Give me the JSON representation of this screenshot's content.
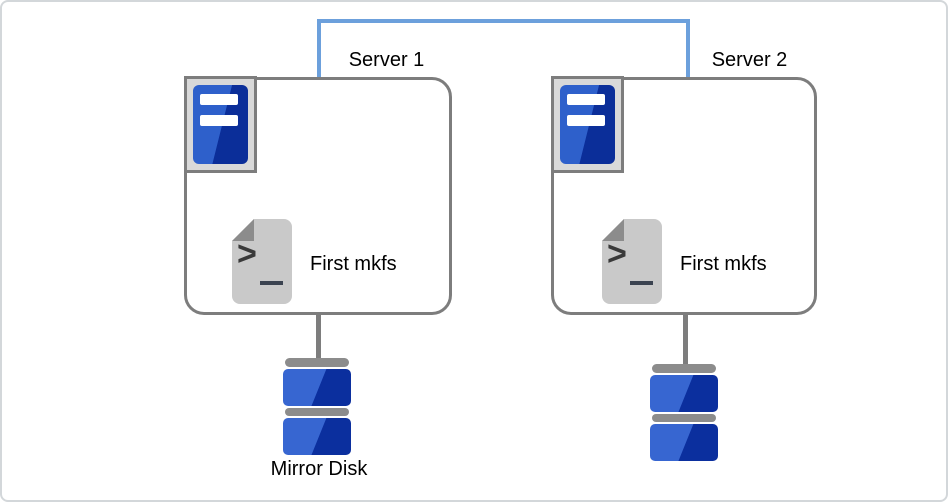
{
  "diagram": {
    "server1": {
      "label": "Server 1",
      "command_label": "First mkfs"
    },
    "server2": {
      "label": "Server 2",
      "command_label": "First mkfs"
    },
    "mirror_disk_label": "Mirror Disk",
    "icons": {
      "prompt_glyph": ">",
      "server_icon": "server-tower-icon",
      "script_icon": "terminal-script-icon",
      "disk_icon": "mirror-disk-icon"
    },
    "colors": {
      "link_blue": "#6CA0DC",
      "outline_gray": "#7D7D7D",
      "server_blue_light": "#2E60CB",
      "server_blue_dark": "#0B2E99",
      "disk_blue_light": "#3766D1",
      "disk_blue_dark": "#0B2F9E",
      "icon_frame_gray": "#D9D9D9",
      "document_gray": "#C9C9C9",
      "fold_gray": "#8C8C8C",
      "disk_band_gray": "#8C8C8C",
      "label_text": "#000000",
      "canvas_border": "#D3D7DA"
    }
  }
}
